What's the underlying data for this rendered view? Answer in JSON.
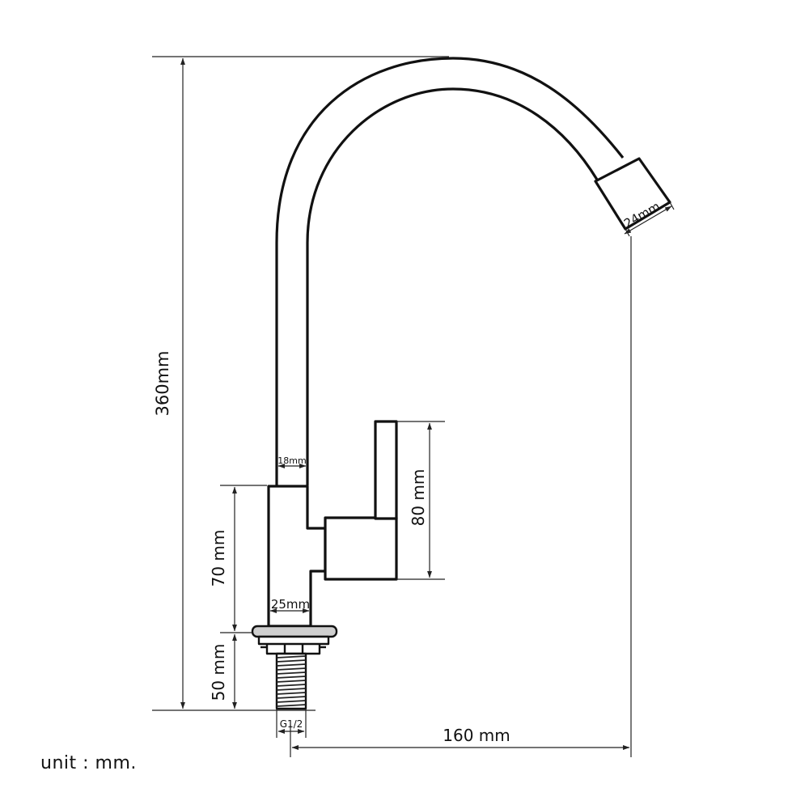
{
  "diagram": {
    "dimensions": {
      "total_height": "360mm",
      "outlet_diameter": "24mm",
      "upper_body_width": "18mm",
      "lower_body_width": "25mm",
      "handle_height": "80 mm",
      "body_height": "70 mm",
      "shank_length": "50 mm",
      "thread": "G1/2",
      "reach": "160 mm"
    },
    "unit_note": "unit : mm."
  }
}
